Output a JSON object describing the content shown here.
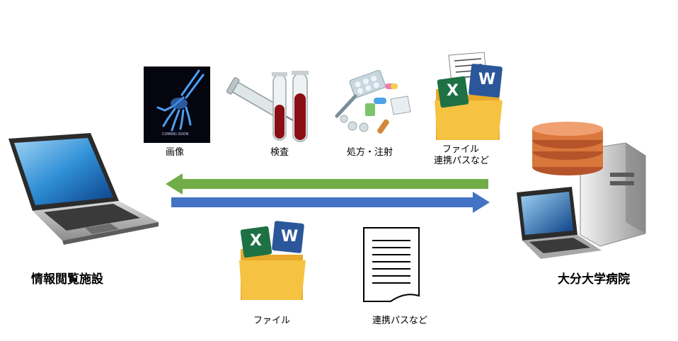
{
  "facility_label": "情報閲覧施設",
  "hospital_label": "大分大学病院",
  "xray_caption": "COMING SOON",
  "top_items": [
    {
      "label": "画像",
      "icon": "xray-image-icon"
    },
    {
      "label": "検査",
      "icon": "blood-test-tubes-icon"
    },
    {
      "label": "処方・注射",
      "icon": "medicine-pills-icon"
    },
    {
      "label_line1": "ファイル",
      "label_line2": "連携パスなど",
      "icon": "office-files-folder-icon"
    }
  ],
  "bottom_items": [
    {
      "label": "ファイル",
      "icon": "office-files-folder-icon"
    },
    {
      "label": "連携パスなど",
      "icon": "document-icon"
    }
  ],
  "colors": {
    "green_arrow": "#70ad47",
    "blue_arrow": "#4472c4",
    "folder": "#f5c242",
    "excel": "#1e7145",
    "word": "#2b579a",
    "database": "#d9773c"
  },
  "file_badges": {
    "excel": "X",
    "word": "W"
  }
}
